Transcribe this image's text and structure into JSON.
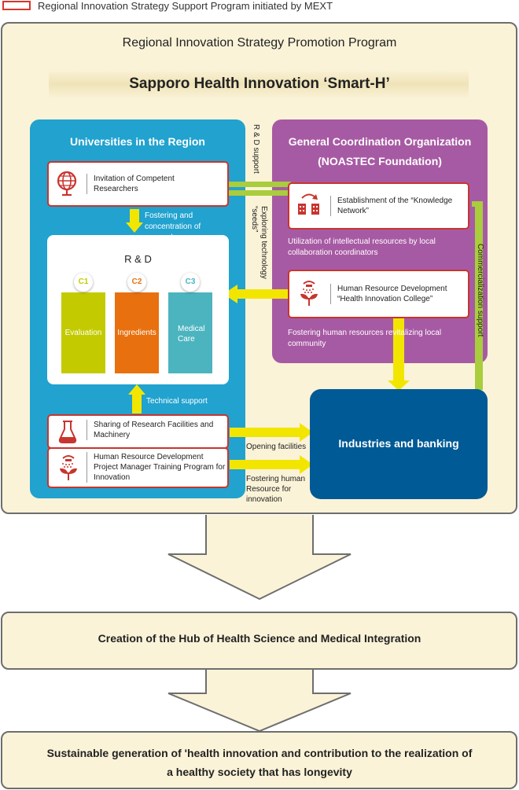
{
  "legend": {
    "label": "Regional Innovation Strategy Support Program initiated by MEXT",
    "color": "#d9372b"
  },
  "program_title": "Regional Innovation Strategy Promotion Program",
  "smart_title": "Sapporo Health Innovation ‘Smart-H’",
  "universities": {
    "title": "Universities in the Region",
    "invitation": "Invitation of Competent Researchers",
    "fostering": "Fostering and concentration of researchers",
    "technical_support": "Technical support",
    "sharing": "Sharing of Research Facilities and Machinery",
    "hrd_pm": "Human Resource Development Project Manager Training Program for Innovation",
    "color": "#21a2cf"
  },
  "rd": {
    "title": "R & D",
    "columns": [
      {
        "code": "C1",
        "label": "Evaluation",
        "color": "#c3cb00"
      },
      {
        "code": "C2",
        "label": "Ingredients",
        "color": "#e8700e"
      },
      {
        "code": "C3",
        "label": "Medical Care",
        "color": "#4bb4bf"
      }
    ]
  },
  "gco": {
    "title1": "General Coordination Organization",
    "title2": "(NOASTEC Foundation)",
    "knowledge_network": "Establishment of the “Knowledge Network”",
    "utilization": "Utilization of intellectual resources by local collaboration coordinators",
    "hrd_college": "Human Resource Development “Health Innovation College”",
    "fostering_hr": "Fostering human resources revitalizing local community",
    "color": "#a75aa4"
  },
  "flows": {
    "rd_support": "R & D support",
    "exploring": "Exploring technology “seeds”",
    "commercialization": "Commercialization support",
    "opening": "Opening facilities",
    "fostering_innovation": "Fostering human Resource for innovation"
  },
  "industries": {
    "label": "Industries and banking",
    "color": "#005a96"
  },
  "hub": "Creation of the Hub of Health Science and Medical Integration",
  "sustainable": {
    "line1": "Sustainable generation of 'health innovation and  contribution to the realization of",
    "line2": "a healthy society that has longevity"
  },
  "icons": [
    "globe-icon",
    "network-icon",
    "sprout-icon",
    "flask-icon",
    "sprout-icon"
  ],
  "arrow_color": "#f2e600"
}
